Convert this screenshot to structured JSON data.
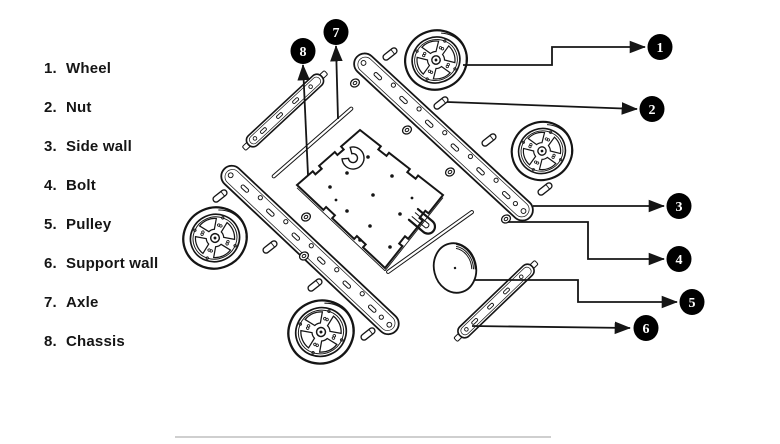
{
  "parts_list": {
    "items": [
      {
        "number": "1.",
        "label": "Wheel"
      },
      {
        "number": "2.",
        "label": "Nut"
      },
      {
        "number": "3.",
        "label": "Side wall"
      },
      {
        "number": "4.",
        "label": "Bolt"
      },
      {
        "number": "5.",
        "label": "Pulley"
      },
      {
        "number": "6.",
        "label": "Support wall"
      },
      {
        "number": "7.",
        "label": "Axle"
      },
      {
        "number": "8.",
        "label": "Chassis"
      }
    ]
  },
  "callouts": [
    {
      "number": "1"
    },
    {
      "number": "2"
    },
    {
      "number": "3"
    },
    {
      "number": "4"
    },
    {
      "number": "5"
    },
    {
      "number": "6"
    },
    {
      "number": "7"
    },
    {
      "number": "8"
    }
  ],
  "colors": {
    "background": "#ffffff",
    "line_art": "#151515",
    "callout_bg": "#000000",
    "callout_text": "#ffffff",
    "list_text": "#151515"
  }
}
